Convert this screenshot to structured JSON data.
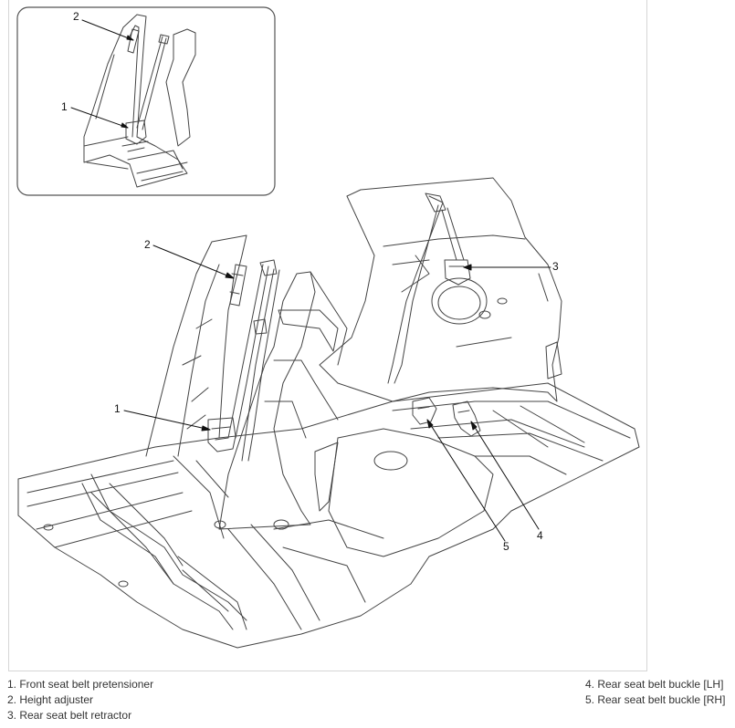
{
  "callouts": {
    "inset_1": "1",
    "inset_2": "2",
    "main_1": "1",
    "main_2": "2",
    "main_3": "3",
    "main_4": "4",
    "main_5": "5"
  },
  "legend": {
    "left": [
      "1. Front seat belt pretensioner",
      "2. Height adjuster",
      "3. Rear seat belt retractor"
    ],
    "right": [
      "4. Rear seat belt buckle [LH]",
      "5. Rear seat belt buckle [RH]"
    ]
  }
}
